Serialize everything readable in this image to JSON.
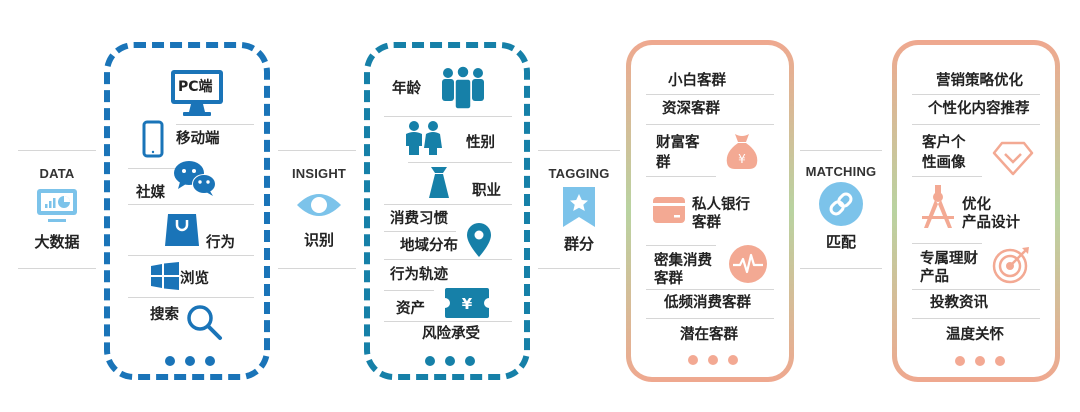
{
  "colors": {
    "blue": "#1a74b8",
    "teal": "#1680a8",
    "light_blue": "#7cc3ea",
    "peach": "#f3a993",
    "green": "#b9d3a1"
  },
  "stages": [
    {
      "en": "DATA",
      "zh": "大数据",
      "icon": "monitor-chart-icon"
    },
    {
      "en": "INSIGHT",
      "zh": "识别",
      "icon": "eye-icon"
    },
    {
      "en": "TAGGING",
      "zh": "群分",
      "icon": "bookmark-star-icon"
    },
    {
      "en": "MATCHING",
      "zh": "匹配",
      "icon": "link-icon"
    }
  ],
  "data_sources": {
    "items": [
      {
        "label": "PC端",
        "icon": "pc-monitor-icon"
      },
      {
        "label": "移动端",
        "icon": "mobile-phone-icon"
      },
      {
        "label": "社媒",
        "icon": "wechat-icon"
      },
      {
        "label": "行为",
        "icon": "shopping-bag-icon"
      },
      {
        "label": "浏览",
        "icon": "windows-icon"
      },
      {
        "label": "搜索",
        "icon": "magnifier-icon"
      }
    ],
    "more": "..."
  },
  "insight_dimensions": {
    "items": [
      {
        "label": "年龄",
        "icon": "people-group-icon"
      },
      {
        "label": "性别",
        "icon": "male-female-icon"
      },
      {
        "label": "职业",
        "icon": "tie-icon"
      },
      {
        "label": "消费习惯"
      },
      {
        "label": "地域分布",
        "icon": "location-pin-icon"
      },
      {
        "label": "行为轨迹"
      },
      {
        "label": "资产",
        "icon": "yuan-ticket-icon"
      },
      {
        "label": "风险承受"
      }
    ],
    "more": "..."
  },
  "customer_groups": {
    "items": [
      {
        "label": "小白客群"
      },
      {
        "label": "资深客群"
      },
      {
        "label": "财富客群",
        "line1": "财富客",
        "line2": "群",
        "icon": "money-bag-icon"
      },
      {
        "label": "私人银行客群",
        "line1": "私人银行",
        "line2": "客群",
        "icon": "bank-card-icon"
      },
      {
        "label": "密集消费客群",
        "line1": "密集消费",
        "line2": "客群",
        "icon": "pulse-icon"
      },
      {
        "label": "低频消费客群"
      },
      {
        "label": "潜在客群"
      }
    ],
    "more": "..."
  },
  "matching_outputs": {
    "items": [
      {
        "label": "营销策略优化"
      },
      {
        "label": "个性化内容推荐"
      },
      {
        "label": "客户个性画像",
        "line1": "客户个",
        "line2": "性画像",
        "icon": "diamond-icon"
      },
      {
        "label": "优化产品设计",
        "line1": "优化",
        "line2": "产品设计",
        "icon": "compass-icon"
      },
      {
        "label": "专属理财产品",
        "line1": "专属理财",
        "line2": "产品",
        "icon": "target-icon"
      },
      {
        "label": "投教资讯"
      },
      {
        "label": "温度关怀"
      }
    ],
    "more": "..."
  }
}
